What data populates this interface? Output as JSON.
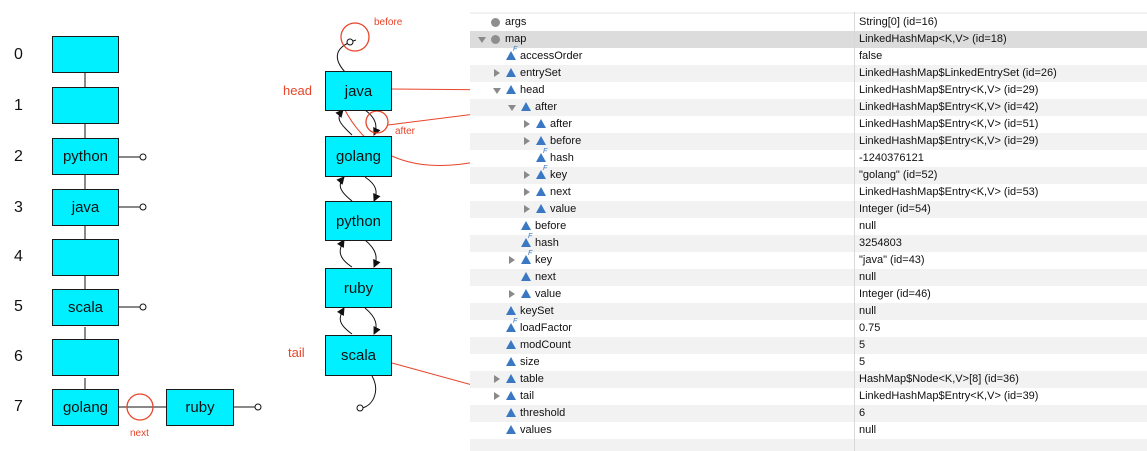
{
  "buckets": {
    "indices": [
      "0",
      "1",
      "2",
      "3",
      "4",
      "5",
      "6",
      "7"
    ],
    "entries": [
      "",
      "",
      "python",
      "java",
      "",
      "scala",
      "",
      "golang"
    ],
    "chain_extra": "ruby"
  },
  "linked_list": [
    "java",
    "golang",
    "python",
    "ruby",
    "scala"
  ],
  "annotations": {
    "head": "head",
    "tail": "tail",
    "before": "before",
    "after": "after",
    "next": "next"
  },
  "colors": {
    "box_fill": "#00f0ff",
    "accent": "#e8452a",
    "field_icon": "#3b78c4"
  },
  "debugger": {
    "rows": [
      {
        "name": "args",
        "value": "String[0]  (id=16)",
        "indent": 0,
        "twisty": "none",
        "icon": "gear-icon",
        "final": false
      },
      {
        "name": "map",
        "value": "LinkedHashMap<K,V>  (id=18)",
        "indent": 0,
        "twisty": "open",
        "icon": "gear-icon",
        "final": false
      },
      {
        "name": "accessOrder",
        "value": "false",
        "indent": 1,
        "twisty": "none",
        "icon": "field-icon",
        "final": true
      },
      {
        "name": "entrySet",
        "value": "LinkedHashMap$LinkedEntrySet  (id=26)",
        "indent": 1,
        "twisty": "closed",
        "icon": "field-icon",
        "final": false
      },
      {
        "name": "head",
        "value": "LinkedHashMap$Entry<K,V>  (id=29)",
        "indent": 1,
        "twisty": "open",
        "icon": "field-icon",
        "final": false
      },
      {
        "name": "after",
        "value": "LinkedHashMap$Entry<K,V>  (id=42)",
        "indent": 2,
        "twisty": "open",
        "icon": "field-icon",
        "final": false
      },
      {
        "name": "after",
        "value": "LinkedHashMap$Entry<K,V>  (id=51)",
        "indent": 3,
        "twisty": "closed",
        "icon": "field-icon",
        "final": false
      },
      {
        "name": "before",
        "value": "LinkedHashMap$Entry<K,V>  (id=29)",
        "indent": 3,
        "twisty": "closed",
        "icon": "field-icon",
        "final": false
      },
      {
        "name": "hash",
        "value": "-1240376121",
        "indent": 3,
        "twisty": "none",
        "icon": "field-icon",
        "final": true
      },
      {
        "name": "key",
        "value": "\"golang\" (id=52)",
        "indent": 3,
        "twisty": "closed",
        "icon": "field-icon",
        "final": true
      },
      {
        "name": "next",
        "value": "LinkedHashMap$Entry<K,V>  (id=53)",
        "indent": 3,
        "twisty": "closed",
        "icon": "field-icon",
        "final": false
      },
      {
        "name": "value",
        "value": "Integer  (id=54)",
        "indent": 3,
        "twisty": "closed",
        "icon": "field-icon",
        "final": false
      },
      {
        "name": "before",
        "value": "null",
        "indent": 2,
        "twisty": "none",
        "icon": "field-icon",
        "final": false
      },
      {
        "name": "hash",
        "value": "3254803",
        "indent": 2,
        "twisty": "none",
        "icon": "field-icon",
        "final": true
      },
      {
        "name": "key",
        "value": "\"java\" (id=43)",
        "indent": 2,
        "twisty": "closed",
        "icon": "field-icon",
        "final": true
      },
      {
        "name": "next",
        "value": "null",
        "indent": 2,
        "twisty": "none",
        "icon": "field-icon",
        "final": false
      },
      {
        "name": "value",
        "value": "Integer  (id=46)",
        "indent": 2,
        "twisty": "closed",
        "icon": "field-icon",
        "final": false
      },
      {
        "name": "keySet",
        "value": "null",
        "indent": 1,
        "twisty": "none",
        "icon": "field-icon",
        "final": false
      },
      {
        "name": "loadFactor",
        "value": "0.75",
        "indent": 1,
        "twisty": "none",
        "icon": "field-icon",
        "final": true
      },
      {
        "name": "modCount",
        "value": "5",
        "indent": 1,
        "twisty": "none",
        "icon": "field-icon",
        "final": false
      },
      {
        "name": "size",
        "value": "5",
        "indent": 1,
        "twisty": "none",
        "icon": "field-icon",
        "final": false
      },
      {
        "name": "table",
        "value": "HashMap$Node<K,V>[8]  (id=36)",
        "indent": 1,
        "twisty": "closed",
        "icon": "field-icon",
        "final": false
      },
      {
        "name": "tail",
        "value": "LinkedHashMap$Entry<K,V>  (id=39)",
        "indent": 1,
        "twisty": "closed",
        "icon": "field-icon",
        "final": false
      },
      {
        "name": "threshold",
        "value": "6",
        "indent": 1,
        "twisty": "none",
        "icon": "field-icon",
        "final": false
      },
      {
        "name": "values",
        "value": "null",
        "indent": 1,
        "twisty": "none",
        "icon": "field-icon",
        "final": false
      }
    ]
  }
}
